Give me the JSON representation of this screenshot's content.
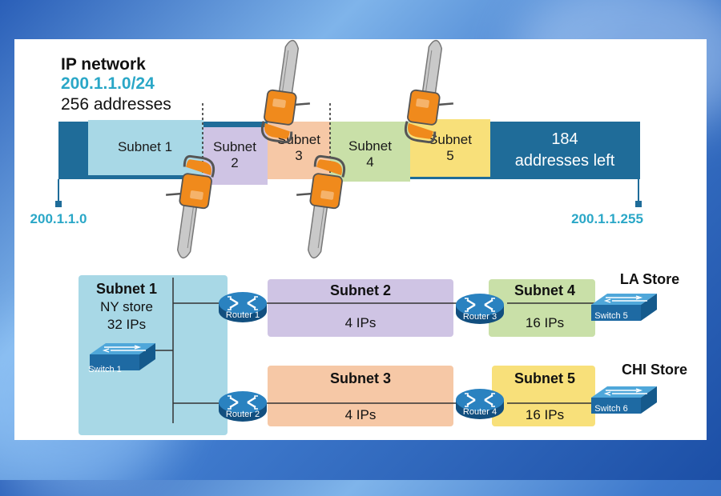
{
  "header": {
    "title": "IP network",
    "network": "200.1.1.0/24",
    "addresses": "256 addresses"
  },
  "address_bar": {
    "start_ip": "200.1.1.0",
    "end_ip": "200.1.1.255",
    "left_line1": "184",
    "left_line2": "addresses left",
    "segments": [
      {
        "line1": "Subnet 1",
        "line2": ""
      },
      {
        "line1": "Subnet",
        "line2": "2"
      },
      {
        "line1": "Subnet",
        "line2": "3"
      },
      {
        "line1": "Subnet",
        "line2": "4"
      },
      {
        "line1": "Subnet",
        "line2": "5"
      }
    ]
  },
  "topology": {
    "subnet1": {
      "name": "Subnet 1",
      "site": "NY store",
      "ips": "32 IPs",
      "switch": "Switch 1"
    },
    "subnet2": {
      "name": "Subnet 2",
      "ips": "4 IPs"
    },
    "subnet3": {
      "name": "Subnet 3",
      "ips": "4 IPs"
    },
    "subnet4": {
      "name": "Subnet 4",
      "ips": "16 IPs"
    },
    "subnet5": {
      "name": "Subnet 5",
      "ips": "16 IPs"
    },
    "routers": [
      "Router 1",
      "Router 2",
      "Router 3",
      "Router 4"
    ],
    "switches": {
      "s5": "Switch 5",
      "s6": "Switch 6"
    },
    "stores": {
      "la": "LA Store",
      "chi": "CHI Store"
    }
  },
  "colors": {
    "bar": "#1f6c99",
    "subnet1": "#a8d8e6",
    "subnet2": "#cfc4e4",
    "subnet3": "#f6c8a6",
    "subnet4": "#c9e0a8",
    "subnet5": "#f8e07a",
    "accent": "#2aa7c7",
    "chainsaw": "#f08a1c",
    "router": "#1e6aa3"
  },
  "icons": [
    "chainsaw-icon",
    "router-icon",
    "switch-icon"
  ]
}
